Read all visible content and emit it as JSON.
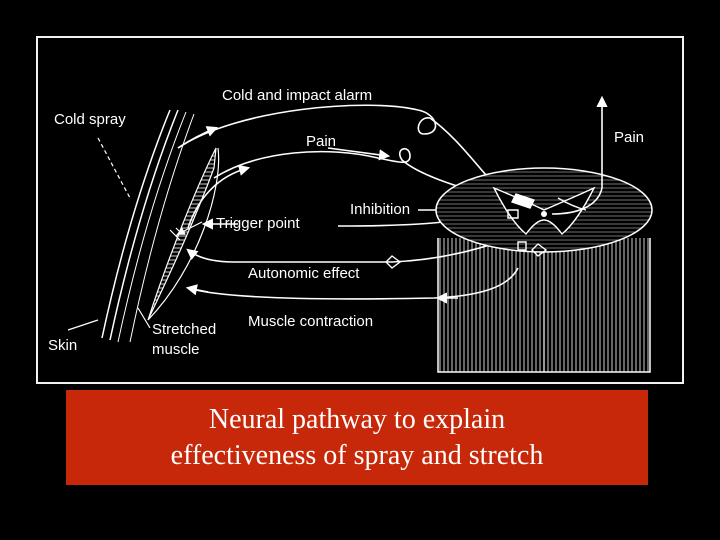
{
  "labels": {
    "cold_spray": "Cold spray",
    "cold_impact_alarm": "Cold and impact alarm",
    "pain_left": "Pain",
    "pain_right": "Pain",
    "inhibition": "Inhibition",
    "trigger_point": "Trigger point",
    "autonomic_effect": "Autonomic effect",
    "muscle_contraction": "Muscle contraction",
    "skin": "Skin",
    "stretched_muscle_line1": "Stretched",
    "stretched_muscle_line2": "muscle"
  },
  "caption": {
    "line1": "Neural pathway to explain",
    "line2": "effectiveness of spray and stretch"
  },
  "colors": {
    "background": "#000000",
    "diagram_ink": "#ffffff",
    "caption_background": "#c8280a",
    "caption_text": "#ffffff"
  }
}
